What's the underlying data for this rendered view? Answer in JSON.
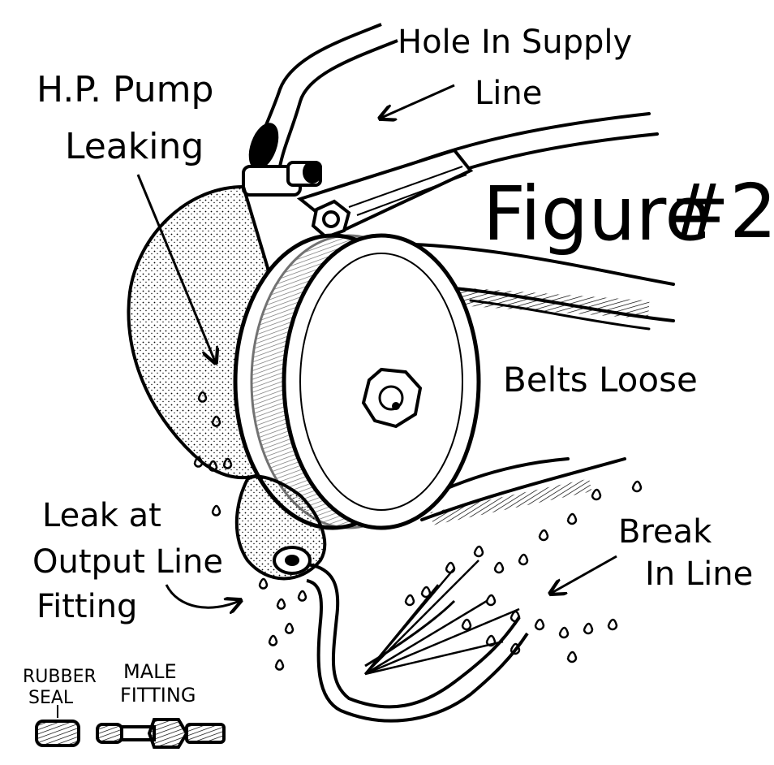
{
  "figure_title": {
    "main": "Figure",
    "number": "#2"
  },
  "labels": {
    "hole_supply_line": [
      "Hole In Supply",
      "Line"
    ],
    "hp_pump_leaking": [
      "H.P. Pump",
      "Leaking"
    ],
    "belts_loose": "Belts Loose",
    "leak_output_fitting": [
      "Leak at",
      "Output Line",
      "Fitting"
    ],
    "break_in_line": [
      "Break",
      "In Line"
    ],
    "rubber_seal": [
      "RUBBER",
      "SEAL"
    ],
    "male_fitting": [
      "MALE",
      "FITTING"
    ]
  },
  "colors": {
    "ink": "#000000",
    "paper": "#ffffff"
  }
}
